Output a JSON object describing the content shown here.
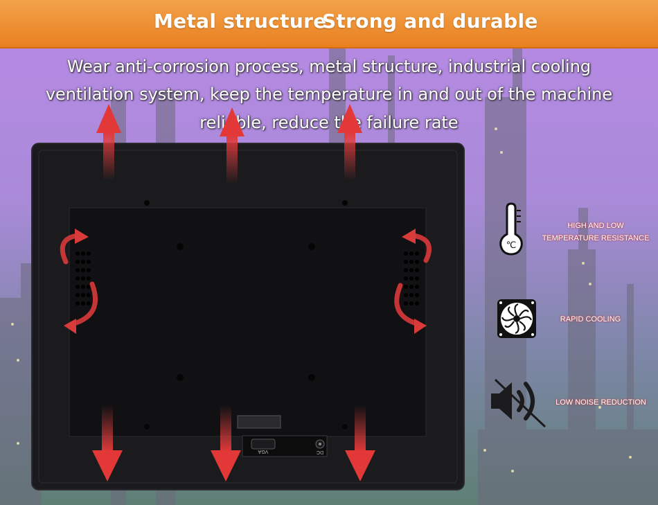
{
  "banner": {
    "title_left": "Metal structure",
    "title_right": "Strong and durable",
    "accent_color": "#ec8a2c"
  },
  "headline": {
    "line1": "Wear anti-corrosion process, metal structure, industrial cooling",
    "line2": "ventilation system, keep the temperature in and out of the machine",
    "line3": "reliable, reduce the failure rate"
  },
  "device": {
    "port_vga": "VGA",
    "port_dc": "DC"
  },
  "features": [
    {
      "icon": "thermometer-icon",
      "label_line1": "HIGH AND LOW",
      "label_line2": "TEMPERATURE RESISTANCE"
    },
    {
      "icon": "fan-icon",
      "label_line1": "RAPID COOLING"
    },
    {
      "icon": "mute-speaker-icon",
      "label_line1": "LOW NOISE REDUCTION"
    }
  ]
}
